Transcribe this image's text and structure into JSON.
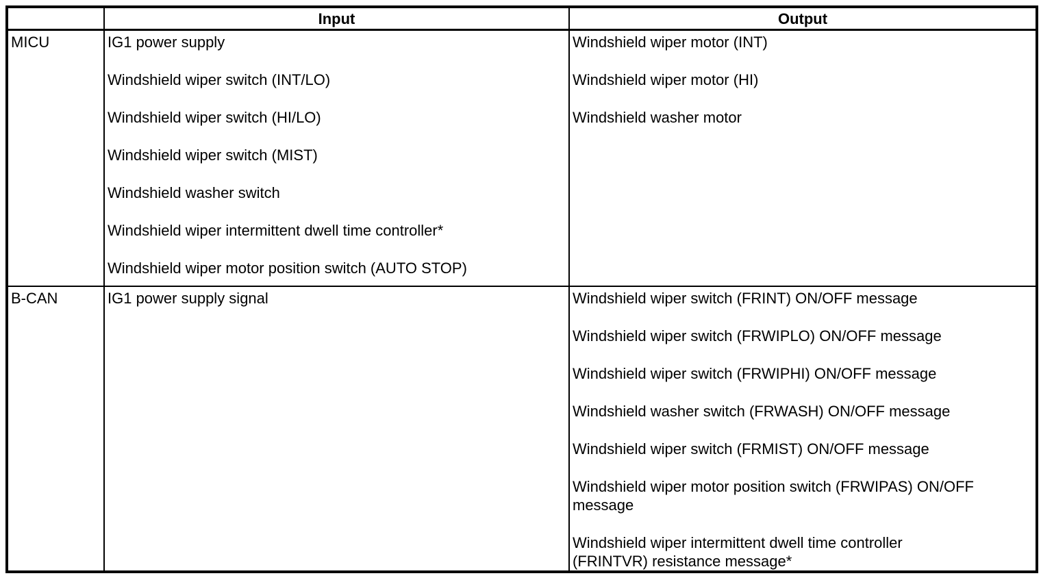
{
  "table": {
    "corner_label": "",
    "col_headers": {
      "input": "Input",
      "output": "Output"
    },
    "rows": [
      {
        "label": "MICU",
        "input": [
          "IG1 power supply",
          "Windshield wiper switch (INT/LO)",
          "Windshield wiper switch (HI/LO)",
          "Windshield wiper switch (MIST)",
          "Windshield washer switch",
          "Windshield wiper intermittent dwell time controller*",
          "Windshield wiper motor position switch (AUTO STOP)"
        ],
        "output": [
          "Windshield wiper motor (INT)",
          "Windshield wiper motor (HI)",
          "Windshield washer motor"
        ]
      },
      {
        "label": "B-CAN",
        "input": [
          "IG1 power supply signal"
        ],
        "output": [
          "Windshield wiper switch (FRINT) ON/OFF message",
          "Windshield wiper switch (FRWIPLO) ON/OFF message",
          "Windshield wiper switch (FRWIPHI) ON/OFF message",
          "Windshield washer switch (FRWASH) ON/OFF message",
          "Windshield wiper switch (FRMIST) ON/OFF message",
          "Windshield wiper motor position switch (FRWIPAS) ON/OFF\nmessage",
          "Windshield wiper intermittent dwell time controller\n(FRINTVR) resistance message*"
        ]
      }
    ]
  },
  "colors": {
    "border": "#000000",
    "text": "#000000",
    "background": "#ffffff"
  }
}
